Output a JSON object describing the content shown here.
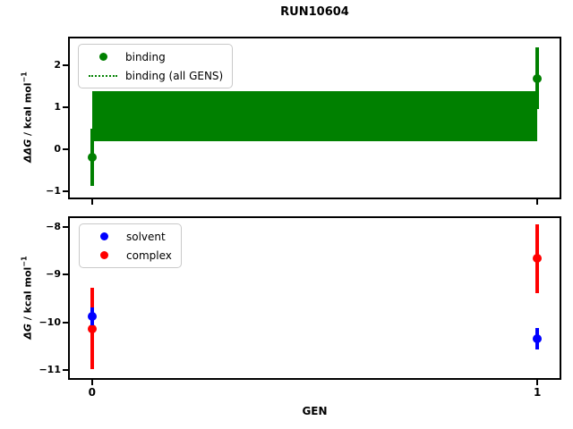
{
  "figure": {
    "title": "RUN10604",
    "background": "#ffffff",
    "axis_color": "#000000"
  },
  "colors": {
    "binding": "#008000",
    "solvent": "#0000ff",
    "complex": "#ff0000"
  },
  "chart_data": [
    {
      "type": "scatter",
      "panel": "binding-relative-free-energy",
      "ylabel_math": "ΔΔG",
      "ylabel_rest": " / kcal mol",
      "ylabel_sup": "−1",
      "ylim": [
        -1.16,
        2.64
      ],
      "yticks": [
        2,
        1,
        0,
        -1
      ],
      "xlim": [
        -0.05,
        1.05
      ],
      "xticks": [
        0,
        1
      ],
      "show_xtick_labels": false,
      "grid": false,
      "legend": {
        "position": "upper left",
        "items": [
          {
            "label": "binding",
            "handle": "dot",
            "color": "#008000"
          },
          {
            "label": "binding (all GENS)",
            "handle": "dotted-line",
            "color": "#008000"
          }
        ]
      },
      "band": {
        "x0": 0,
        "x1": 1,
        "y_low": 0.19,
        "y_high": 1.37,
        "color": "#008000"
      },
      "series": [
        {
          "name": "binding",
          "color": "#008000",
          "points": [
            {
              "x": 0,
              "y": -0.2,
              "yerr": 0.68
            },
            {
              "x": 1,
              "y": 1.69,
              "yerr": 0.73
            }
          ]
        }
      ]
    },
    {
      "type": "scatter",
      "panel": "absolute-free-energy",
      "xlabel": "GEN",
      "ylabel_math": "ΔG",
      "ylabel_rest": " / kcal mol",
      "ylabel_sup": "−1",
      "ylim": [
        -11.17,
        -7.81
      ],
      "yticks": [
        -8,
        -9,
        -10,
        -11
      ],
      "xlim": [
        -0.05,
        1.05
      ],
      "xticks": [
        0,
        1
      ],
      "show_xtick_labels": true,
      "grid": false,
      "legend": {
        "position": "upper left",
        "items": [
          {
            "label": "solvent",
            "handle": "dot",
            "color": "#0000ff"
          },
          {
            "label": "complex",
            "handle": "dot",
            "color": "#ff0000"
          }
        ]
      },
      "series": [
        {
          "name": "complex",
          "color": "#ff0000",
          "points": [
            {
              "x": 0,
              "y": -10.13,
              "yerr": 0.85
            },
            {
              "x": 1,
              "y": -8.66,
              "yerr": 0.72
            }
          ]
        },
        {
          "name": "solvent",
          "color": "#0000ff",
          "points": [
            {
              "x": 0,
              "y": -9.88,
              "yerr": 0.19
            },
            {
              "x": 1,
              "y": -10.34,
              "yerr": 0.22
            }
          ]
        }
      ]
    }
  ]
}
